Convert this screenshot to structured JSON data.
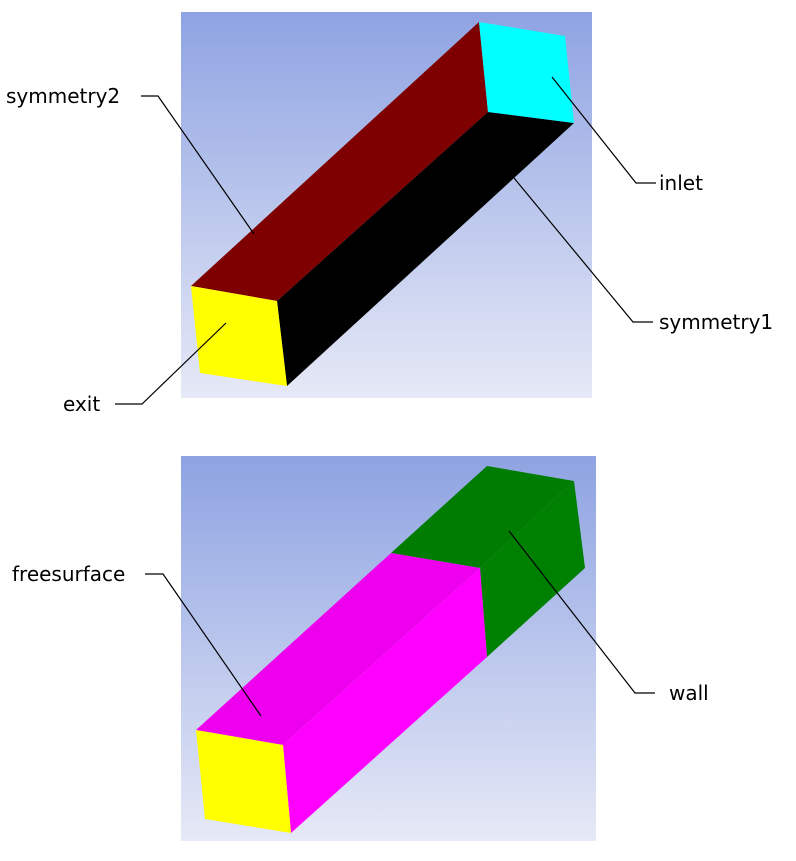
{
  "figure": {
    "top_panel": {
      "labels": {
        "symmetry2": "symmetry2",
        "inlet": "inlet",
        "symmetry1": "symmetry1",
        "exit": "exit"
      }
    },
    "bottom_panel": {
      "labels": {
        "freesurface": "freesurface",
        "wall": "wall"
      }
    }
  },
  "colors": {
    "background_top": "#8ea3e2",
    "background_bottom": "#e6e9f6",
    "symmetry2": "#7f0000",
    "symmetry1": "#000000",
    "inlet": "#00ffff",
    "exit": "#ffff00",
    "freesurface": "#ee00ee",
    "freesurface_side": "#ff00ff",
    "wall": "#007c00",
    "wall_side": "#008000"
  }
}
